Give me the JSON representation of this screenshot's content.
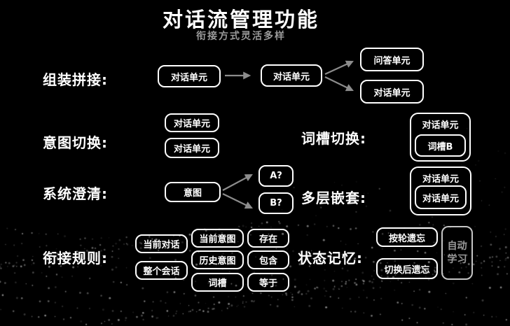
{
  "slide": {
    "title": "对话流管理功能",
    "subtitle": "衔接方式灵活多样"
  },
  "colors": {
    "background": "#000000",
    "text": "#ffffff",
    "muted": "#9a9a9a",
    "arrow": "#8c8c8c"
  },
  "rows": {
    "assemble": {
      "label": "组装拼接:",
      "unit1": "对话单元",
      "unit2": "对话单元",
      "branch_top": "问答单元",
      "branch_bottom": "对话单元"
    },
    "intent_switch": {
      "label": "意图切换:",
      "unit1": "对话单元",
      "unit2": "对话单元"
    },
    "slot_switch": {
      "label": "词槽切换:",
      "outer_unit": "对话单元",
      "inner_unit": "词槽B"
    },
    "system_clarify": {
      "label": "系统澄清:",
      "unit": "意图",
      "option_a": "A?",
      "option_b": "B?"
    },
    "nesting": {
      "label": "多层嵌套:",
      "outer_unit": "对话单元",
      "inner_unit": "对话单元"
    },
    "rules": {
      "label": "衔接规则:",
      "scope": [
        "当前对话",
        "整个会话"
      ],
      "subject": [
        "当前意图",
        "历史意图",
        "词槽"
      ],
      "operator": [
        "存在",
        "包含",
        "等于"
      ]
    },
    "memory": {
      "label": "状态记忆:",
      "options": [
        "按轮遗忘",
        "切换后遗忘"
      ],
      "side_note": "自动学习"
    }
  }
}
